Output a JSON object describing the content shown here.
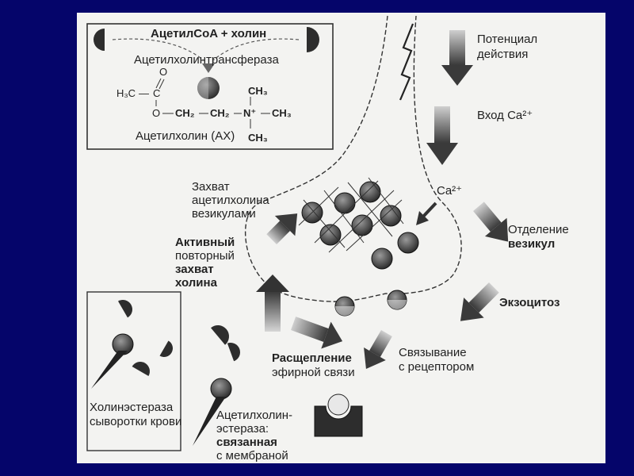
{
  "colors": {
    "background": "#05056a",
    "slide": "#f3f3f1",
    "ink": "#222222",
    "arrow_dark": "#4a4a4a",
    "arrow_light": "#bdbdbd"
  },
  "inset": {
    "title": "АцетилCoA + холин",
    "enzyme": "Ацетилхолинтрансфераза",
    "formula": {
      "methyl_left": "H₃C",
      "c": "C",
      "dash": "—",
      "carbonyl_o": "O",
      "ester_o": "O",
      "ch2_a": "CH₂",
      "ch2_b": "CH₂",
      "n_plus": "N⁺",
      "ch3_top": "CH₃",
      "ch3_right": "CH₃",
      "ch3_bottom": "CH₃"
    },
    "product": "Ацетилхолин (АХ)"
  },
  "labels": {
    "action_potential": [
      "Потенциал",
      "действия"
    ],
    "calcium_entry": "Вход Ca²⁺",
    "calcium_ion": "Ca²⁺",
    "vesicle_uptake": [
      "Захват",
      "ацетилхолина",
      "везикулами"
    ],
    "vesicle_detach": [
      "Отделение",
      "везикул"
    ],
    "choline_reuptake": [
      "Активный",
      "повторный",
      "захват",
      "холина"
    ],
    "exocytosis": "Экзоцитоз",
    "receptor_binding": [
      "Связывание",
      "с рецептором"
    ],
    "ester_cleavage": [
      "Расщепление",
      "эфирной связи"
    ],
    "serum_cholinesterase": [
      "Холинэстераза",
      "сыворотки крови"
    ],
    "membrane_ache": [
      "Ацетилхолин-",
      "эстераза:",
      "связанная",
      "с мембраной"
    ]
  }
}
